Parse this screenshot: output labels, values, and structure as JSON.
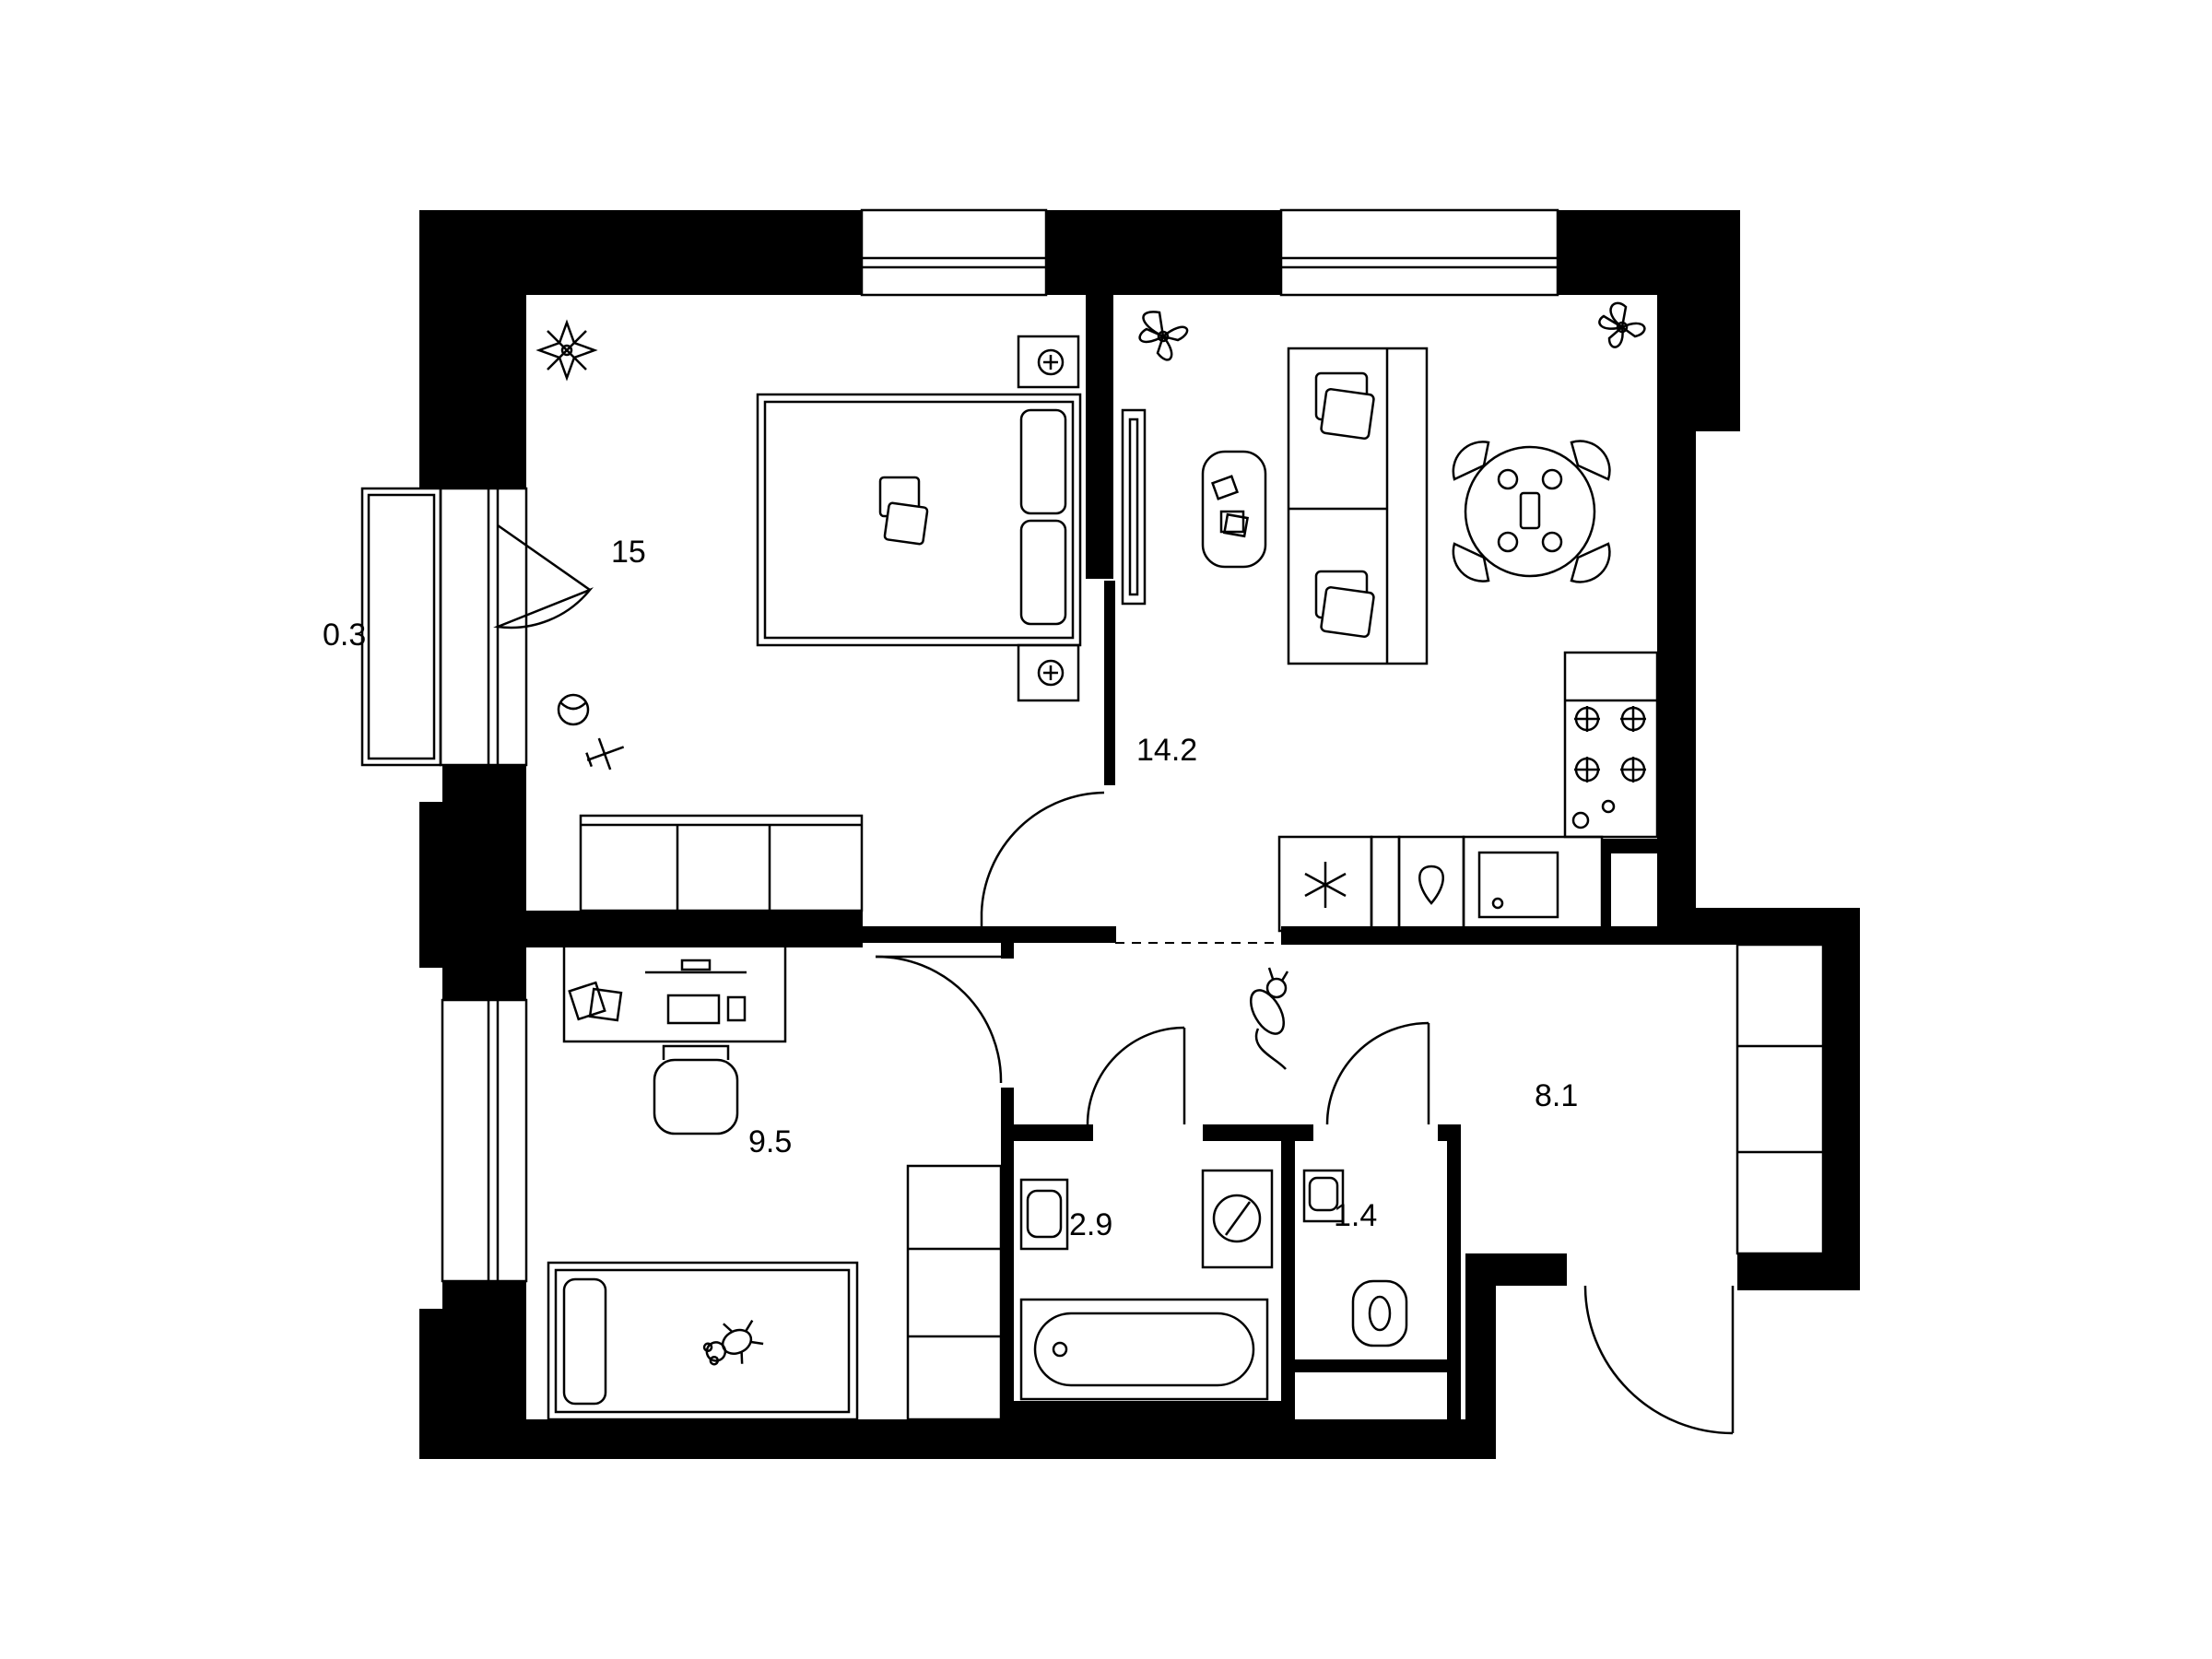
{
  "plan": {
    "rooms": [
      {
        "id": "bedroom",
        "area": "15"
      },
      {
        "id": "living-kitchen",
        "area": "14.2"
      },
      {
        "id": "balcony",
        "area": "0.3"
      },
      {
        "id": "kids-room",
        "area": "9.5"
      },
      {
        "id": "bathroom",
        "area": "2.9"
      },
      {
        "id": "toilet",
        "area": "1.4"
      },
      {
        "id": "hallway",
        "area": "8.1"
      }
    ],
    "icons": [
      "plant-icon",
      "bed-icon",
      "nightstand-icon",
      "pillow-icon",
      "ball-icon",
      "toy-plane-icon",
      "sofa-icon",
      "coffee-table-icon",
      "dining-table-icon",
      "chair-icon",
      "stove-icon",
      "fridge-icon",
      "sink-icon",
      "tv-icon",
      "desk-icon",
      "office-chair-icon",
      "teddy-bear-icon",
      "bathtub-icon",
      "washing-machine-icon",
      "toilet-icon",
      "cat-icon",
      "wardrobe-icon"
    ],
    "colors": {
      "wall": "#000000",
      "background": "#ffffff"
    }
  }
}
